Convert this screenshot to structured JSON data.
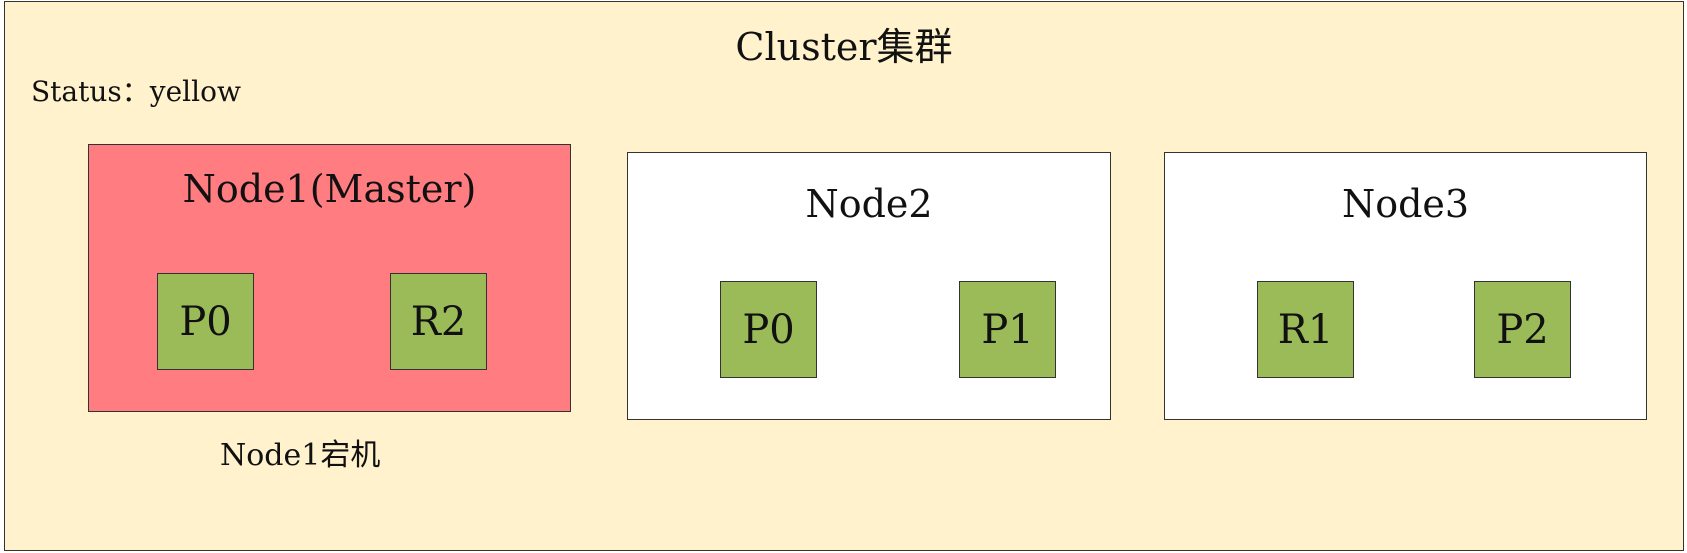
{
  "cluster": {
    "title": "Cluster集群",
    "status": "Status：yellow"
  },
  "nodes": [
    {
      "title": "Node1(Master)",
      "down": true,
      "shards": [
        "P0",
        "R2"
      ]
    },
    {
      "title": "Node2",
      "down": false,
      "shards": [
        "P0",
        "P1"
      ]
    },
    {
      "title": "Node3",
      "down": false,
      "shards": [
        "R1",
        "P2"
      ]
    }
  ],
  "note": "Node1宕机",
  "colors": {
    "cluster_background": "#fff2cc",
    "failed_node": "#ff7c80",
    "healthy_node": "#ffffff",
    "shard": "#9bbb59",
    "border": "#333333"
  }
}
